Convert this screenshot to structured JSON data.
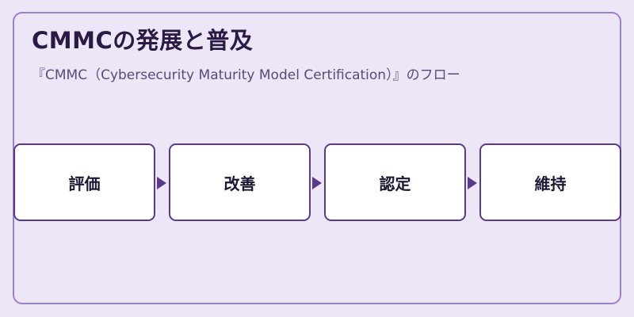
{
  "header": {
    "title": "CMMCの発展と普及",
    "subtitle": "『CMMC（Cybersecurity Maturity Model Certification）』のフロー"
  },
  "flow": {
    "steps": [
      {
        "label": "評価"
      },
      {
        "label": "改善"
      },
      {
        "label": "認定"
      },
      {
        "label": "維持"
      }
    ]
  },
  "colors": {
    "background": "#ece6f6",
    "border": "#9b7fcf",
    "box_border": "#5b3a8c",
    "arrow": "#5b3a8c",
    "title_text": "#2a1a44"
  }
}
